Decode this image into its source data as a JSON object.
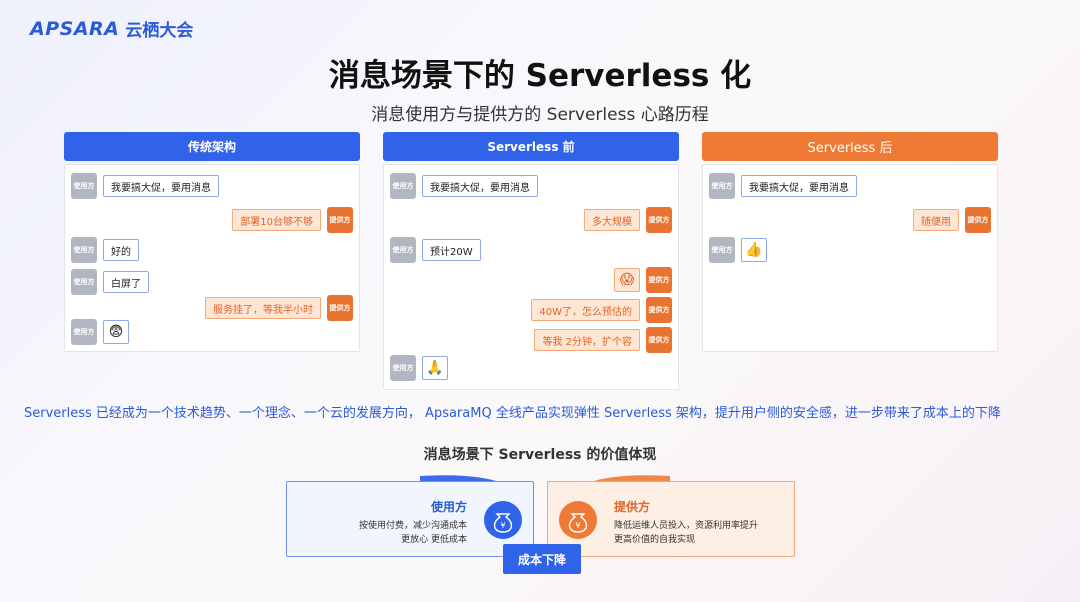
{
  "logo": {
    "brand": "APSARA",
    "brand_cn": "云栖大会"
  },
  "title": "消息场景下的 Serverless 化",
  "subtitle": "消息使用方与提供方的 Serverless 心路历程",
  "panels": [
    {
      "header": "传统架构",
      "header_color": "#3162ea",
      "messages": [
        {
          "role": "user",
          "avatar": "使用方",
          "text": "我要搞大促，要用消息"
        },
        {
          "role": "provider",
          "avatar": "提供方",
          "text": "部署10台够不够"
        },
        {
          "role": "user",
          "avatar": "使用方",
          "text": "好的"
        },
        {
          "role": "user",
          "avatar": "使用方",
          "text": "白屏了"
        },
        {
          "role": "provider",
          "avatar": "提供方",
          "text": "服务挂了，等我半小时"
        },
        {
          "role": "user",
          "avatar": "使用方",
          "text": "😨",
          "emoji": true
        }
      ]
    },
    {
      "header": "Serverless 前",
      "header_color": "#3162ea",
      "messages": [
        {
          "role": "user",
          "avatar": "使用方",
          "text": "我要搞大促，要用消息"
        },
        {
          "role": "provider",
          "avatar": "提供方",
          "text": "多大规模"
        },
        {
          "role": "user",
          "avatar": "使用方",
          "text": "预计20W"
        },
        {
          "role": "provider",
          "avatar": "提供方",
          "text": "😱",
          "emoji": true
        },
        {
          "role": "provider",
          "avatar": "提供方",
          "text": "40W了，怎么预估的"
        },
        {
          "role": "provider",
          "avatar": "提供方",
          "text": "等我 2分钟，扩个容"
        },
        {
          "role": "user",
          "avatar": "使用方",
          "text": "🙏",
          "emoji": true
        }
      ]
    },
    {
      "header": "Serverless 后",
      "header_color": "#ef7a35",
      "messages": [
        {
          "role": "user",
          "avatar": "使用方",
          "text": "我要搞大促，要用消息"
        },
        {
          "role": "provider",
          "avatar": "提供方",
          "text": "随便用"
        },
        {
          "role": "user",
          "avatar": "使用方",
          "text": "👍",
          "emoji": true
        }
      ]
    }
  ],
  "summary": "Serverless 已经成为一个技术趋势、一个理念、一个云的发展方向， ApsaraMQ 全线产品实现弹性 Serverless 架构，提升用户侧的安全感，进一步带来了成本上的下降",
  "value": {
    "title": "消息场景下 Serverless 的价值体现",
    "user": {
      "title": "使用方",
      "line1": "按使用付费，减少沟通成本",
      "line2": "更放心 更低成本",
      "icon": "money-bag-icon"
    },
    "provider": {
      "title": "提供方",
      "line1": "降低运维人员投入，资源利用率提升",
      "line2": "更高价值的自我实现",
      "icon": "money-bag-icon"
    },
    "button": "成本下降",
    "colors": {
      "blue": "#2f63ea",
      "orange": "#ef7a35"
    }
  }
}
